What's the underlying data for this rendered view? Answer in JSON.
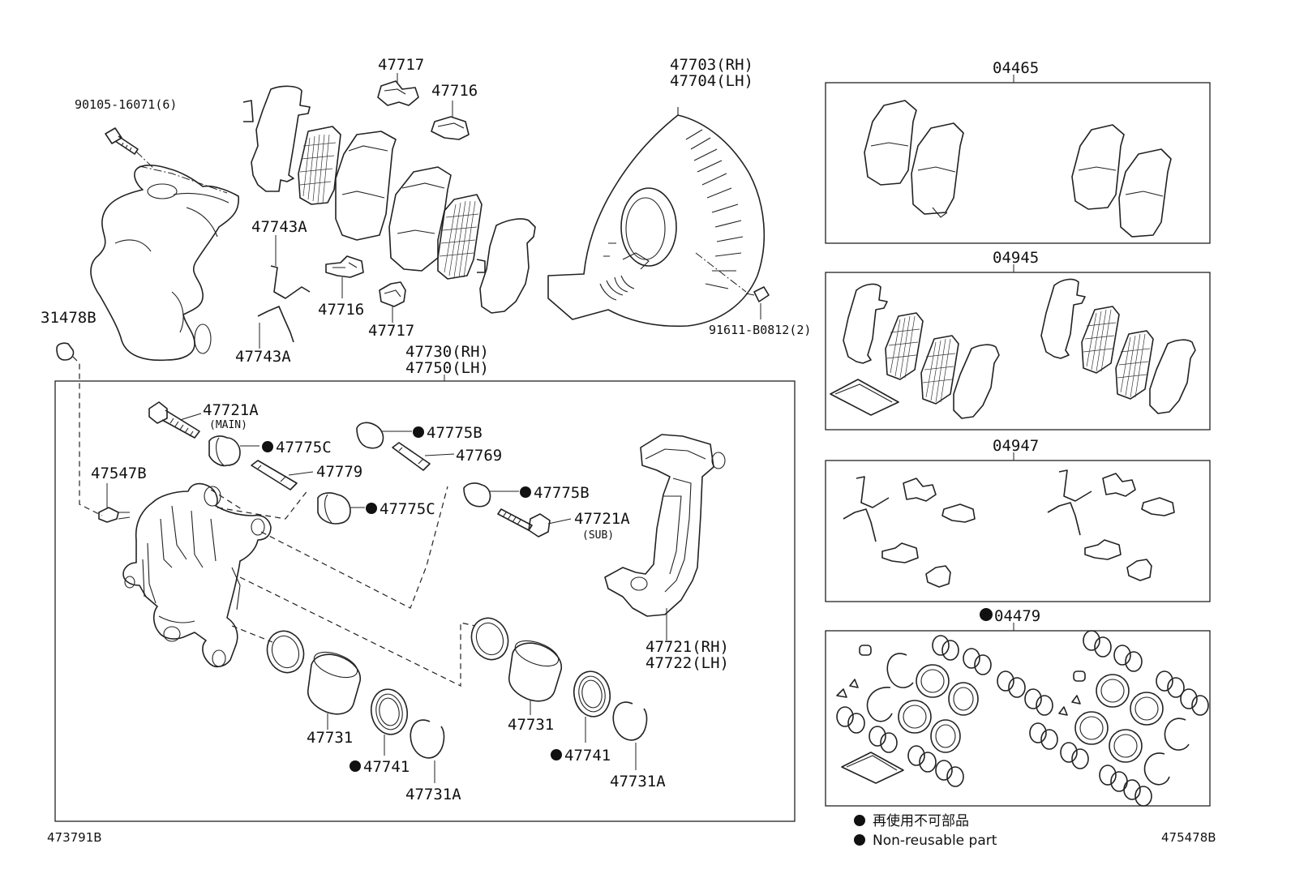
{
  "labels": {
    "l90105": "90105-16071(6)",
    "l47717a": "47717",
    "l47716a": "47716",
    "l47703": "47703(RH)",
    "l47704": "47704(LH)",
    "l47743a1": "47743A",
    "l47716b": "47716",
    "l47717b": "47717",
    "l47743a2": "47743A",
    "l91611": "91611-B0812(2)",
    "l31478b": "31478B",
    "l47730": "47730(RH)",
    "l47750": "47750(LH)",
    "l47721a_main": "47721A",
    "l_main": "(MAIN)",
    "l47775c1": "47775C",
    "l47775b1": "47775B",
    "l47769": "47769",
    "l47779": "47779",
    "l47547b": "47547B",
    "l47775c2": "47775C",
    "l47775b2": "47775B",
    "l47721a_sub": "47721A",
    "l_sub": "(SUB)",
    "l47721": "47721(RH)",
    "l47722": "47722(LH)",
    "l47731a": "47731",
    "l47731b": "47731",
    "l47741a": "47741",
    "l47741b": "47741",
    "l47731a_1": "47731A",
    "l47731a_2": "47731A",
    "l04465": "04465",
    "l04945": "04945",
    "l04947": "04947",
    "l04479": "04479"
  },
  "legend": {
    "japanese": "再使用不可部品",
    "english": "Non-reusable part"
  },
  "codes": {
    "left": "473791B",
    "right": "475478B"
  }
}
